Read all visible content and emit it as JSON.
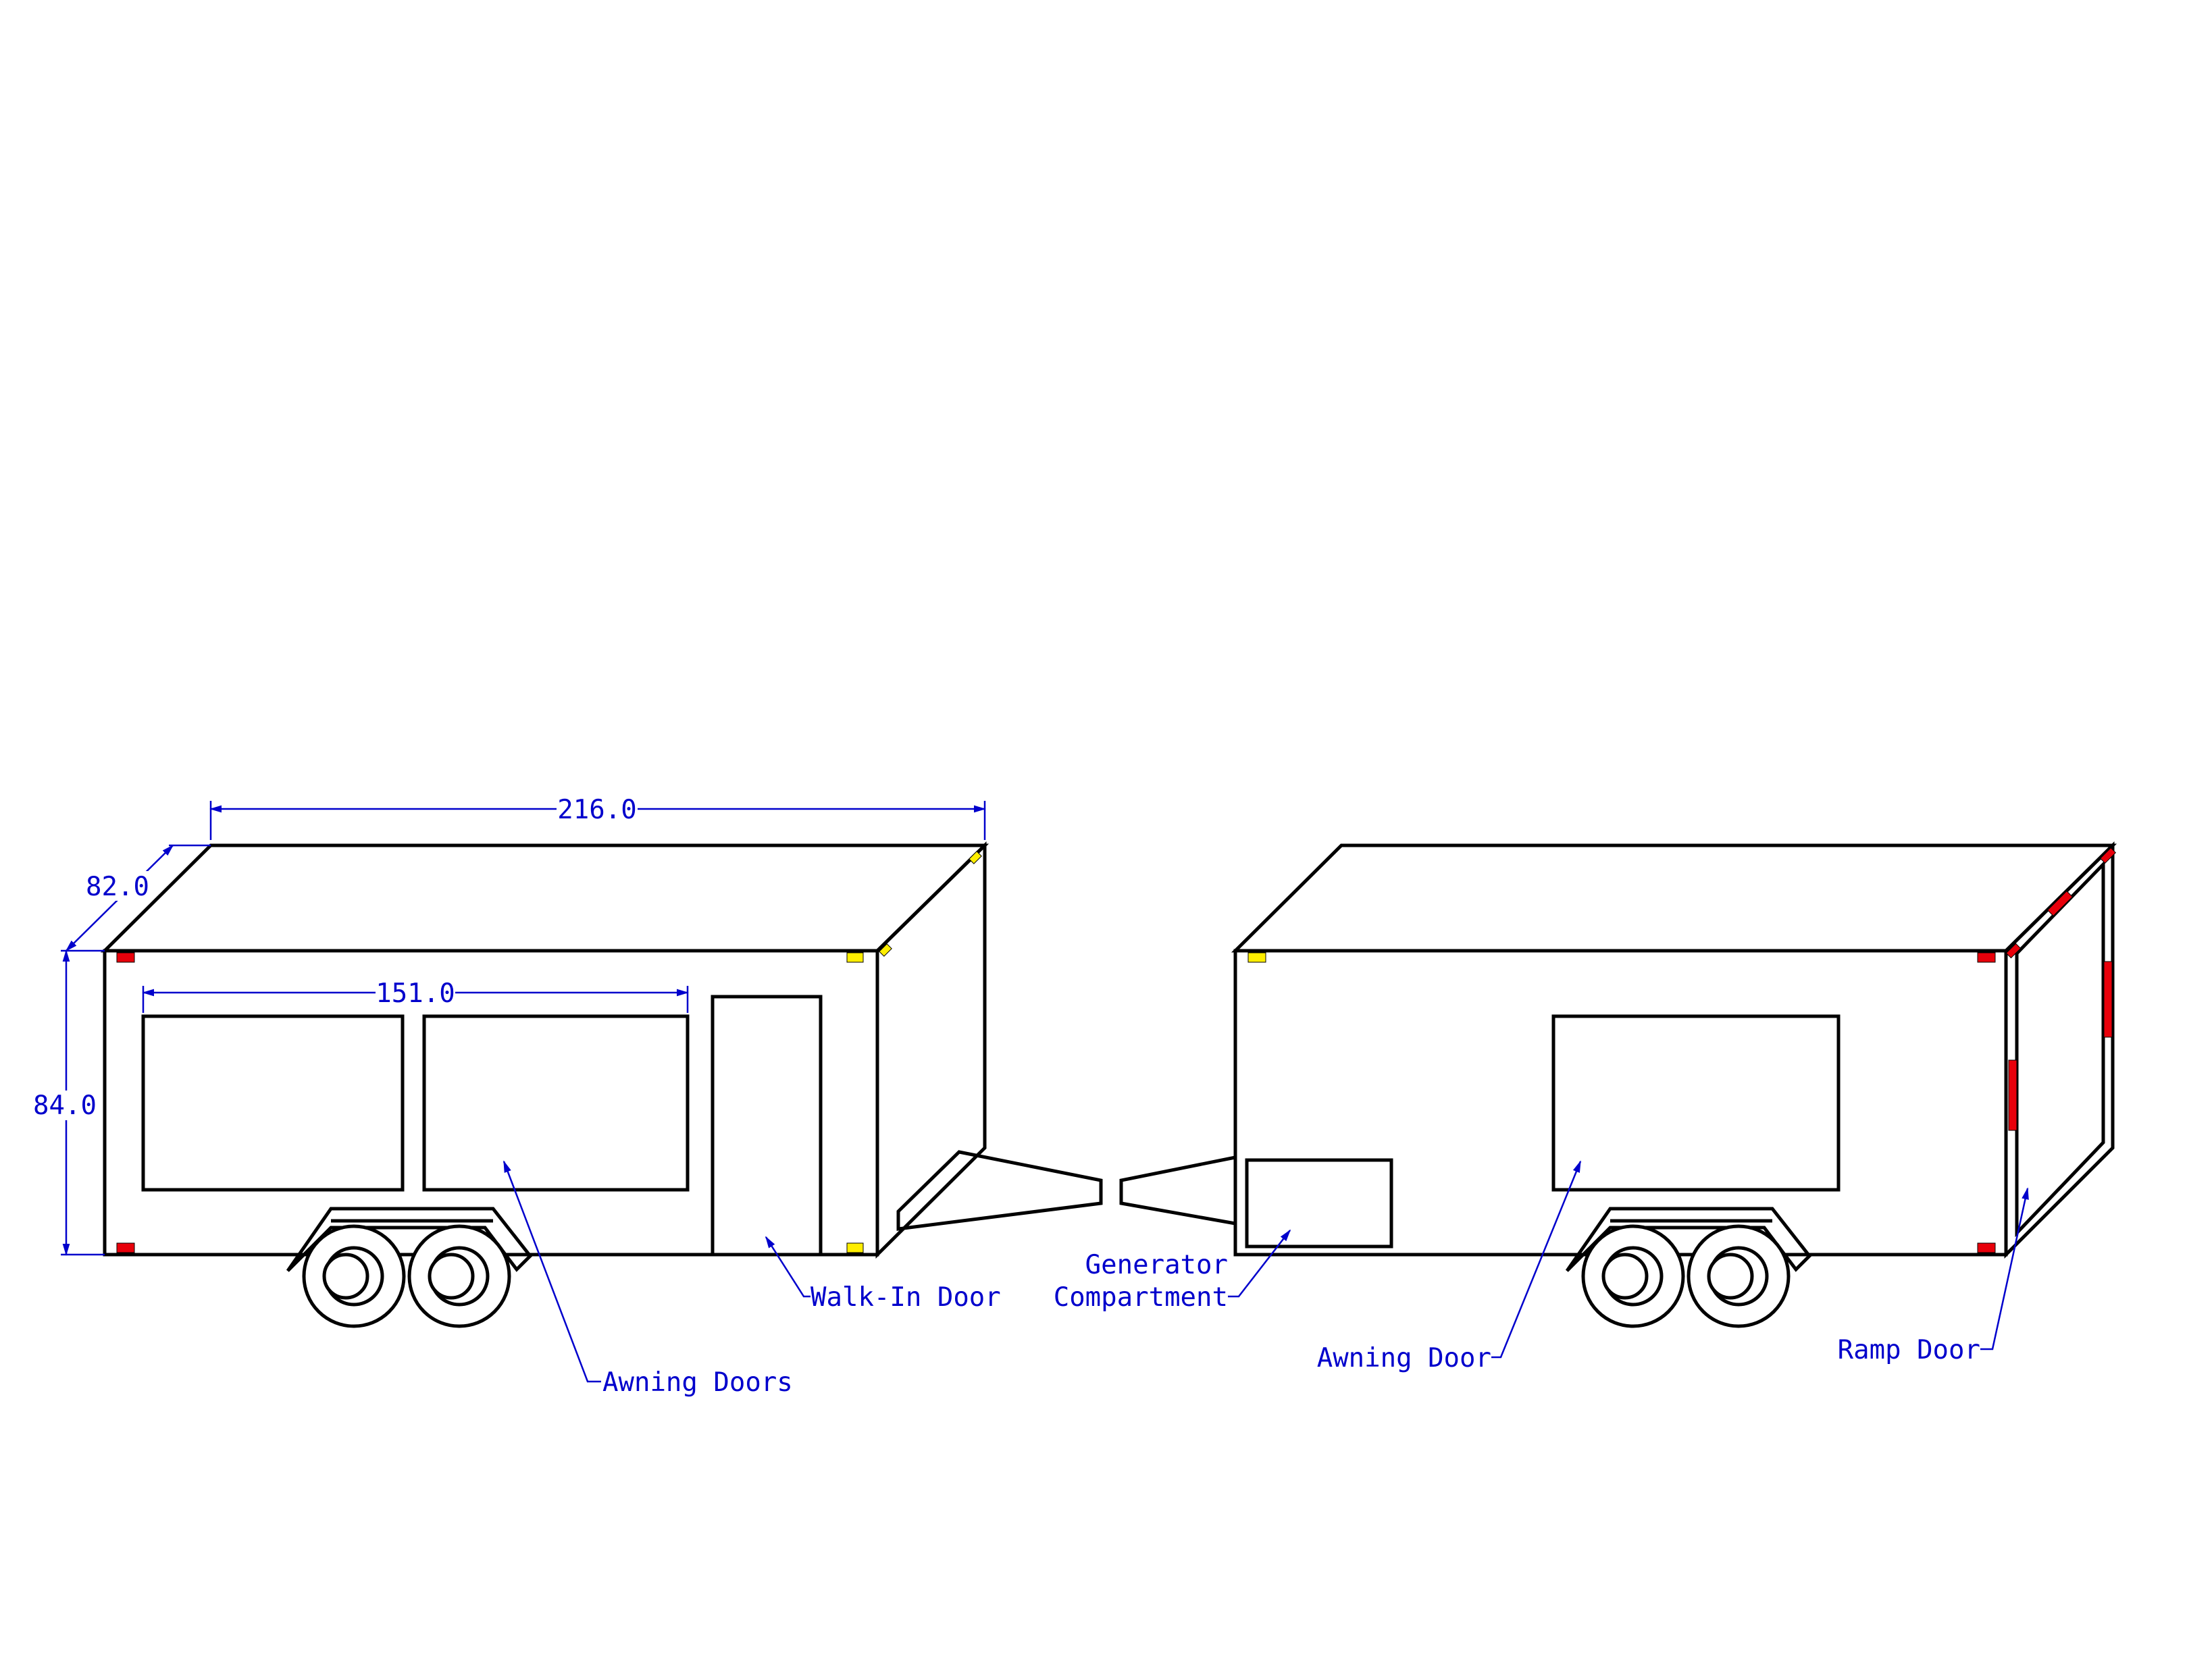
{
  "dimensions": {
    "length": "216.0",
    "depth": "82.0",
    "height": "84.0",
    "awning_span": "151.0"
  },
  "callouts": {
    "awning_doors": "Awning Doors",
    "walk_in_door": "Walk-In Door",
    "generator_line1": "Generator",
    "generator_line2": "Compartment",
    "awning_door": "Awning Door",
    "ramp_door": "Ramp Door"
  },
  "colors": {
    "outline": "#000000",
    "dimension": "#0000cc",
    "marker_red": "#e8000b",
    "marker_yellow": "#ffee00"
  }
}
